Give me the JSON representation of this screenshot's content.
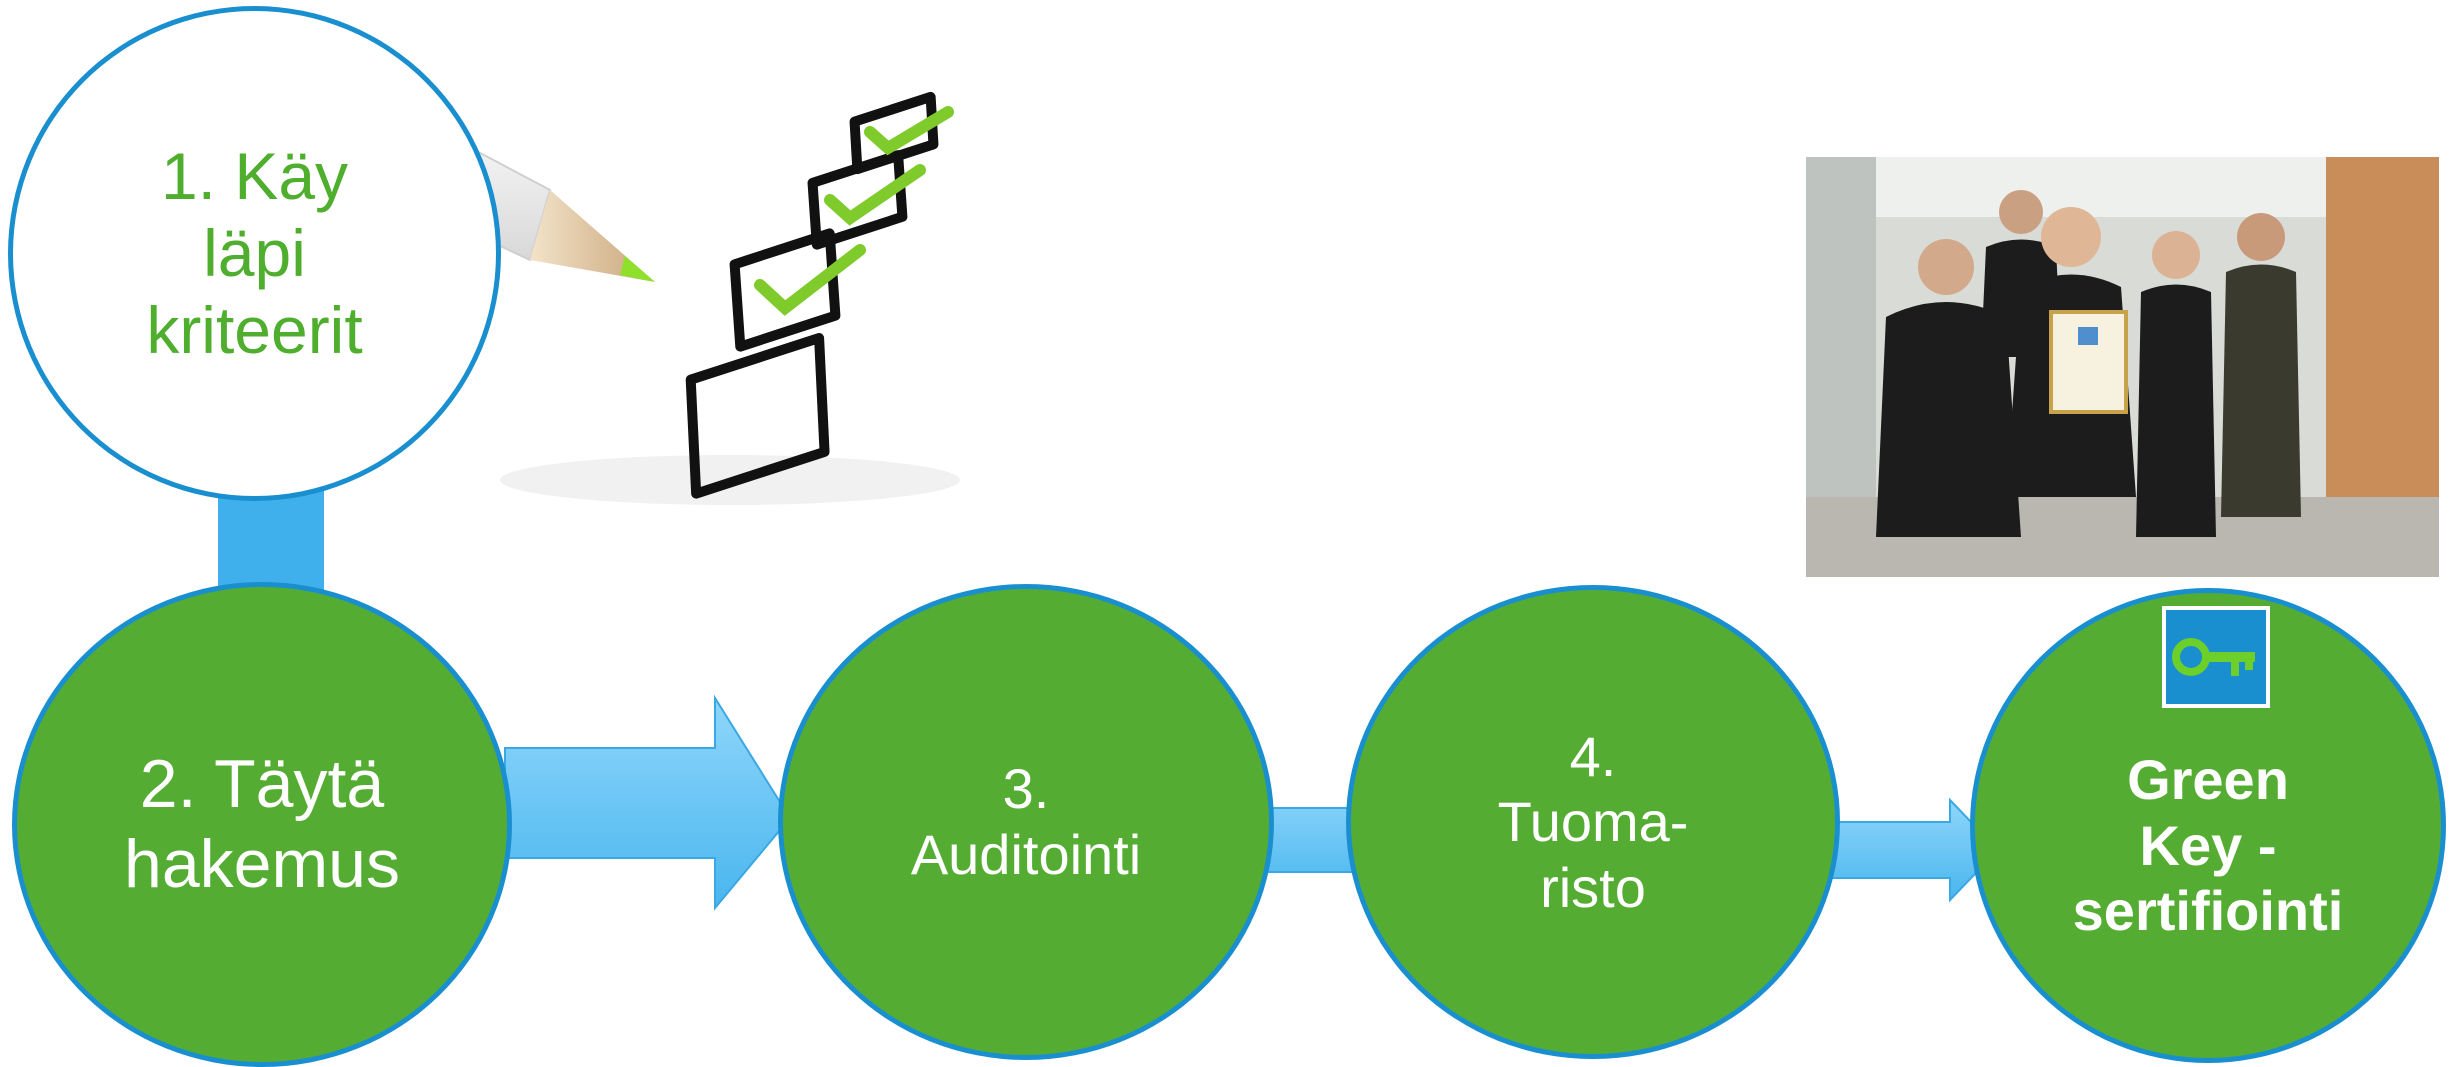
{
  "steps": [
    {
      "id": "step-1",
      "label": "1. Käy\nläpi\nkriteerit",
      "style": "outline"
    },
    {
      "id": "step-2",
      "label": "2. Täytä\nhakemus",
      "style": "filled"
    },
    {
      "id": "step-3",
      "label": "3.\nAuditointi",
      "style": "filled"
    },
    {
      "id": "step-4",
      "label": "4.\nTuoma-\nristo",
      "style": "filled"
    },
    {
      "id": "step-5",
      "label": "Green\nKey -\nsertifiointi",
      "style": "filled-bold"
    }
  ],
  "images": {
    "checklist": "checklist-with-pencil",
    "photo": "celebrating-team-with-certificate",
    "logo": "green-key-icon"
  },
  "colors": {
    "step_fill": "#54ad32",
    "step_border": "#1a8fd0",
    "outline_text": "#4fae2e",
    "arrow": "#5bc0f0",
    "arrow_light": "#8fd6fb"
  }
}
